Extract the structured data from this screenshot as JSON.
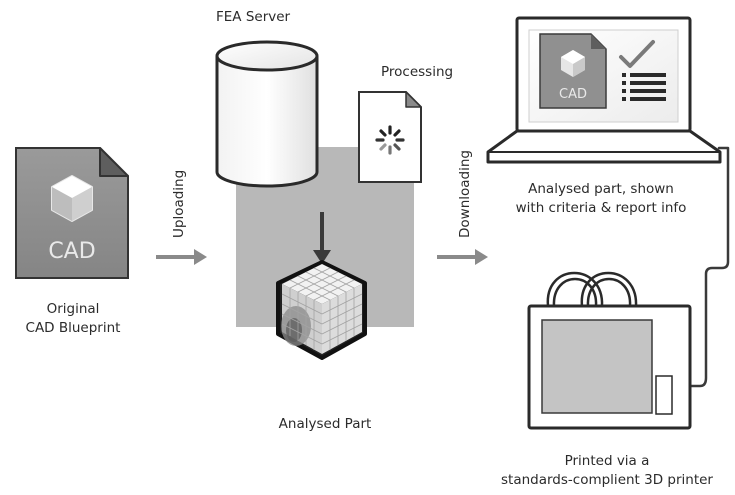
{
  "cad_file": {
    "caption_line1": "Original",
    "caption_line2": "CAD Blueprint",
    "icon_text": "CAD",
    "icon": "cad-file-icon"
  },
  "arrows": {
    "upload_label": "Uploading",
    "download_label": "Downloading"
  },
  "server": {
    "title": "FEA Server",
    "icon": "database-cylinder-icon"
  },
  "processing": {
    "label": "Processing",
    "icon": "spinner-document-icon"
  },
  "analysed_part": {
    "caption": "Analysed Part",
    "icon": "meshed-cube-icon"
  },
  "laptop": {
    "screen_cad_text": "CAD",
    "caption_line1": "Analysed part, shown",
    "caption_line2": "with criteria & report info",
    "icon": "laptop-icon"
  },
  "printer": {
    "caption_line1": "Printed via a",
    "caption_line2": "standards-complient 3D printer",
    "icon": "3d-printer-icon"
  },
  "colors": {
    "panel_gray": "#b8b8b8",
    "file_gray": "#8f8f8f",
    "outline": "#2a2a2a",
    "arrow_gray": "#8a8a8a"
  }
}
